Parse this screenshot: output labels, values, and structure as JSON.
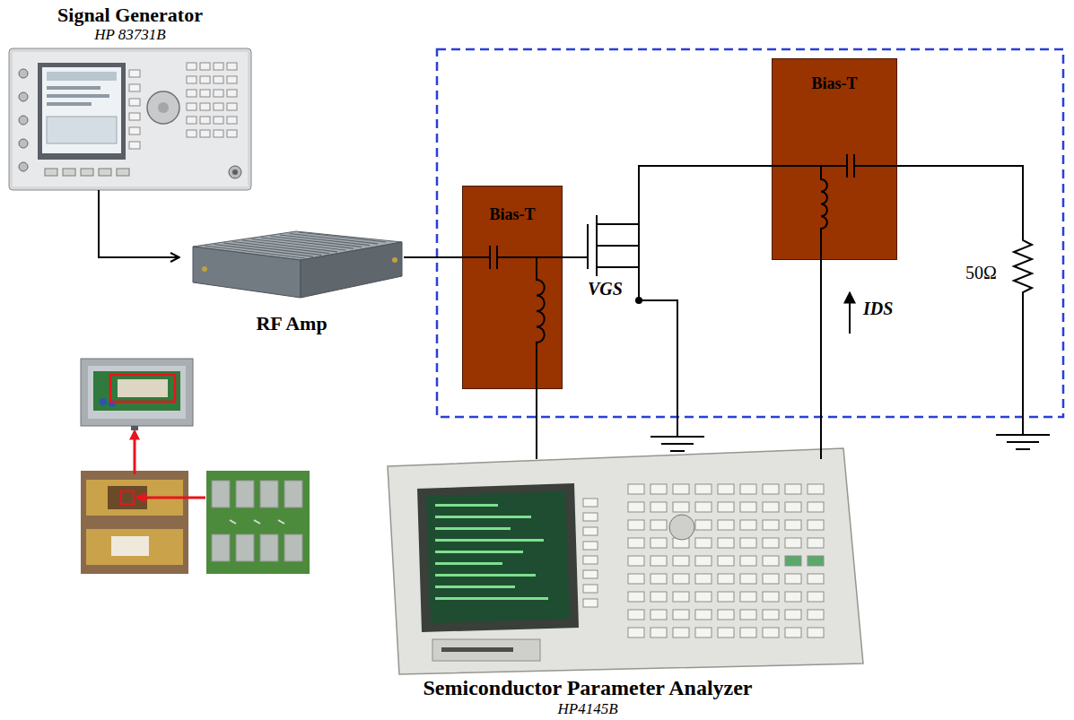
{
  "diagram": {
    "nodes": [
      {
        "text": [
          "Signal Generator",
          "HP 83731B"
        ]
      },
      {
        "text": [
          "RF Amp"
        ]
      },
      {
        "text": [
          "Bias-T"
        ]
      },
      {
        "text": [
          "Bias-T"
        ]
      },
      {
        "text": [
          "Semiconductor Parameter Analyzer",
          "HP4145B"
        ]
      }
    ],
    "edges": [
      {
        "from": 0,
        "to": 1,
        "arrow": "to"
      },
      {
        "from": 1,
        "to": 2,
        "arrow": "none"
      },
      {
        "from": 2,
        "to": 4,
        "arrow": "none"
      },
      {
        "from": 3,
        "to": 4,
        "arrow": "none"
      }
    ],
    "labels": [
      "VGS",
      "IDS",
      "50Ω"
    ]
  }
}
